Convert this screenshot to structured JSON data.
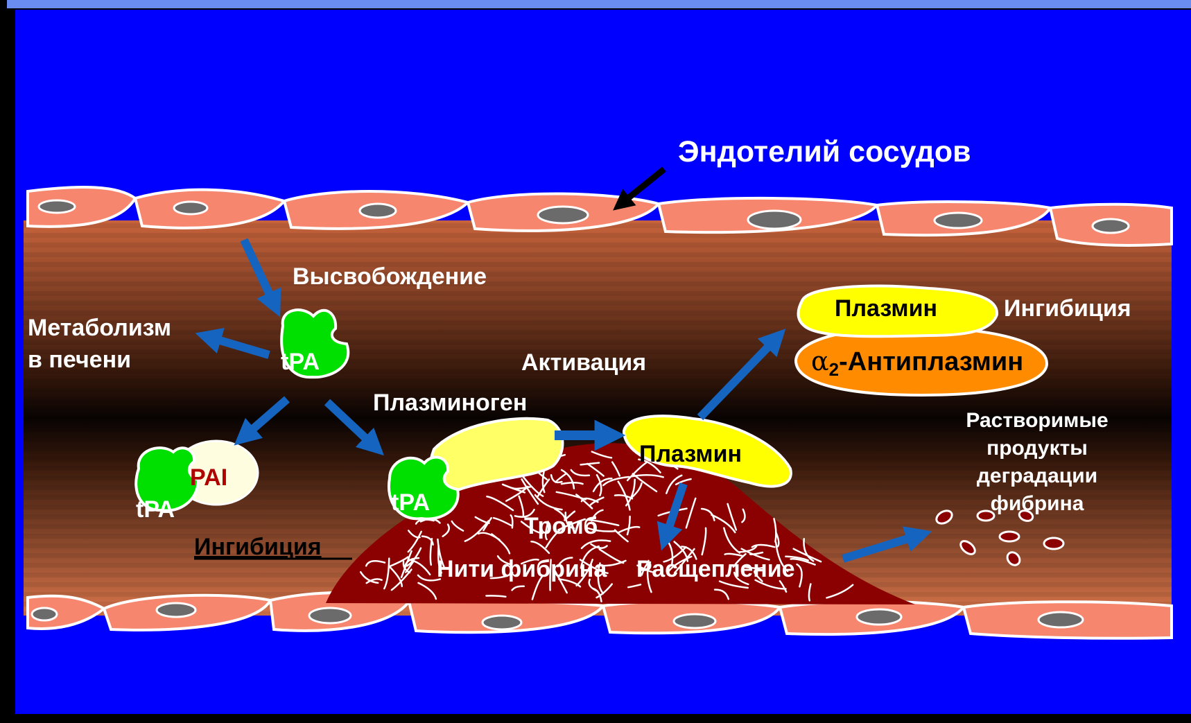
{
  "labels": {
    "endothelium": "Эндотелий сосудов",
    "release": "Высвобождение",
    "metabolism_line1": "Метаболизм",
    "metabolism_line2": "в печени",
    "tpa_free": "tPA",
    "tpa_pai": "tPA",
    "pai": "PAI",
    "inhibition_pai": "Ингибиция",
    "activation": "Активация",
    "plasminogen": "Плазминоген",
    "tpa_clot": "tPA",
    "plasmin_active": "Плазмин",
    "plasmin_complex": "Плазмин",
    "inhibition_complex": "Ингибиция",
    "alpha_symbol": "α",
    "alpha_subscript": "2",
    "antiplasmin": "-Антиплазмин",
    "thrombus": "Тромб",
    "fibrin_threads": "Нити фибрина",
    "cleavage": "Расщепление",
    "soluble_line1": "Растворимые",
    "soluble_line2": "продукты",
    "soluble_line3": "деградации",
    "soluble_line4": "фибрина"
  },
  "colors": {
    "background": "#0000ff",
    "endothelial_cell": "#f7866e",
    "nucleus": "#6b6b6b",
    "tpa": "#00e000",
    "plasmin": "#ffff00",
    "plasminogen": "#ffff66",
    "antiplasmin": "#ff8c00",
    "pai": "#fffde0",
    "thrombus": "#8b0000",
    "arrow_blue": "#1565c0",
    "arrow_black": "#000000",
    "text_white": "#ffffff",
    "text_black": "#000000",
    "pai_text": "#b00000"
  },
  "icons": {
    "release_arrow": "arrow-down-right",
    "metabolism_arrow": "arrow-left",
    "inhibition_arrow": "arrow-down-left",
    "activation_arrow": "arrow-down-right",
    "plasmin_arrow": "arrow-right",
    "complex_arrow": "arrow-up-right",
    "cleavage_arrow": "arrow-down",
    "fdp_arrow": "arrow-right",
    "endothelium_arrow": "arrow-down-left"
  }
}
